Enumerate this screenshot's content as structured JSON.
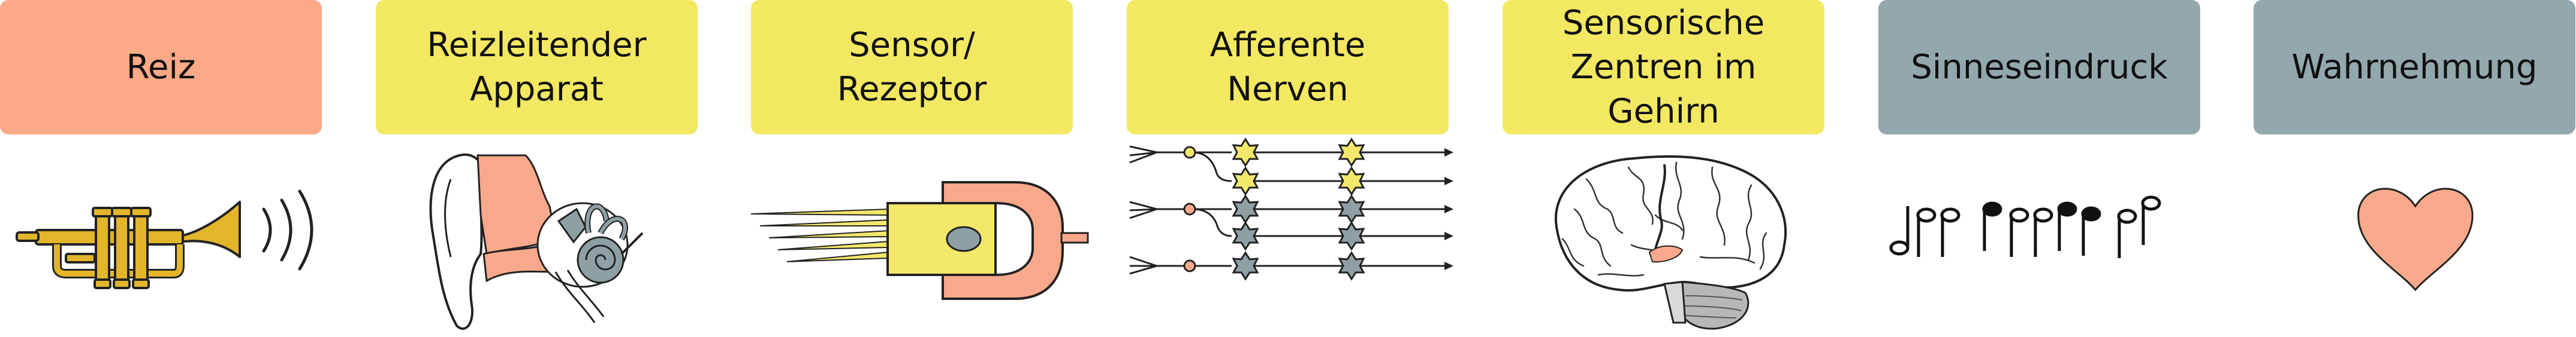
{
  "colors": {
    "stimulus": "#FBA987",
    "receptor": "#F3E862",
    "perception": "#93A8AC",
    "salmon": "#F8A98B",
    "yellow": "#F4E86B",
    "gray": "#8FA0A5",
    "brass": "#E2B52B"
  },
  "stages": [
    {
      "lines": [
        "Reiz"
      ],
      "icon": "trumpet-icon"
    },
    {
      "lines": [
        "Reizleitender",
        "Apparat"
      ],
      "icon": "ear-icon"
    },
    {
      "lines": [
        "Sensor/",
        "Rezeptor"
      ],
      "icon": "receptor-cell-icon"
    },
    {
      "lines": [
        "Afferente",
        "Nerven"
      ],
      "icon": "nerve-fibers-icon"
    },
    {
      "lines": [
        "Sensorische",
        "Zentren im",
        "Gehirn"
      ],
      "icon": "brain-icon"
    },
    {
      "lines": [
        "Sinneseindruck"
      ],
      "icon": "music-notes-icon"
    },
    {
      "lines": [
        "Wahrnehmung"
      ],
      "icon": "heart-icon"
    }
  ]
}
